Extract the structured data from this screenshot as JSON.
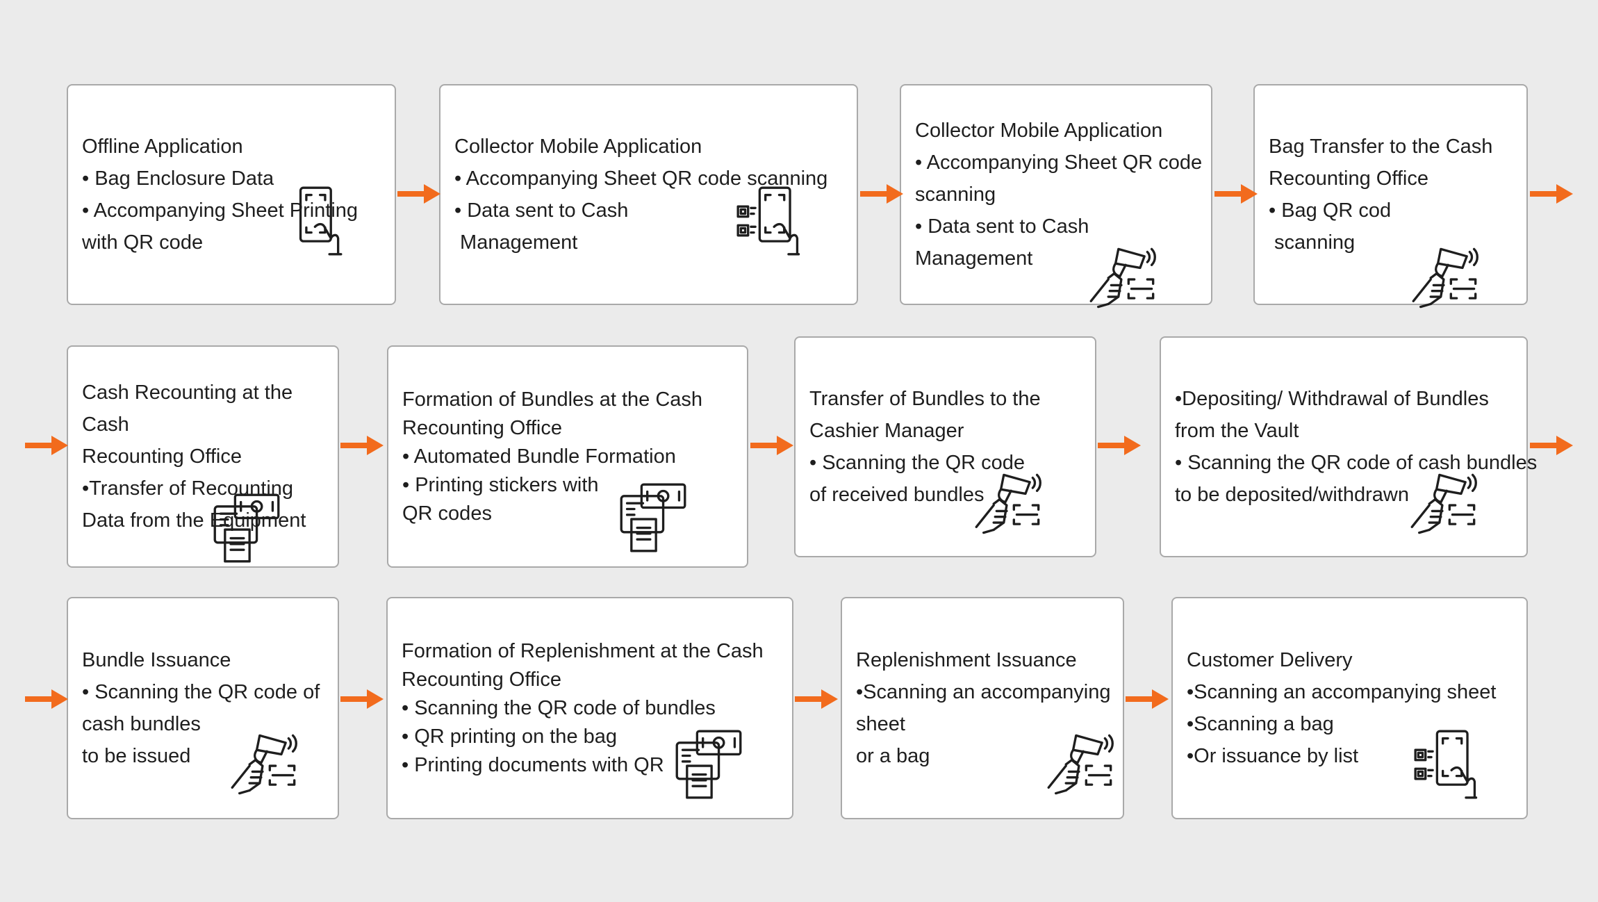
{
  "colors": {
    "background": "#ebebeb",
    "box_border": "#a9a9a9",
    "arrow": "#f26b1d",
    "text": "#1e1e1e"
  },
  "steps": [
    {
      "title": "Offline Application",
      "lines": [
        "• Bag Enclosure Data",
        "• Accompanying Sheet Printing",
        "with QR code"
      ],
      "icon": "hand-phone-icon"
    },
    {
      "title": "Collector Mobile Application",
      "lines": [
        "• Accompanying Sheet QR code scanning",
        "• Data sent to Cash",
        " Management"
      ],
      "icon": "qr-phone-icon"
    },
    {
      "title": "Collector Mobile Application",
      "lines": [
        "• Accompanying Sheet QR code",
        "scanning",
        "• Data sent to Cash",
        "Management"
      ],
      "icon": "barcode-scanner-icon"
    },
    {
      "title": "Bag Transfer to the Cash",
      "lines": [
        "Recounting Office",
        "• Bag QR cod",
        " scanning"
      ],
      "icon": "barcode-scanner-icon"
    },
    {
      "title": "Cash Recounting at the Cash",
      "lines": [
        "Recounting Office",
        "•Transfer of Recounting",
        "Data from the Equipment"
      ],
      "icon": "cash-printer-icon"
    },
    {
      "title": "Formation of Bundles at the Cash",
      "lines": [
        "Recounting Office",
        "• Automated Bundle Formation",
        "• Printing stickers with",
        "QR codes"
      ],
      "icon": "cash-printer-icon"
    },
    {
      "title": "Transfer of Bundles to the",
      "lines": [
        "Cashier Manager",
        "• Scanning the QR code",
        "of received bundles"
      ],
      "icon": "barcode-scanner-icon"
    },
    {
      "title": "•Depositing/ Withdrawal of Bundles",
      "lines": [
        "from the Vault",
        "• Scanning the QR code of cash bundles",
        "to be deposited/withdrawn"
      ],
      "icon": "barcode-scanner-icon"
    },
    {
      "title": "Bundle Issuance",
      "lines": [
        "• Scanning the QR code of",
        "cash bundles",
        "to be issued"
      ],
      "icon": "barcode-scanner-icon"
    },
    {
      "title": "Formation of Replenishment at the Cash",
      "lines": [
        "Recounting Office",
        "• Scanning the QR code of bundles",
        "• QR printing on the bag",
        "• Printing documents with QR"
      ],
      "icon": "cash-printer-icon"
    },
    {
      "title": "Replenishment Issuance",
      "lines": [
        "•Scanning an accompanying",
        "sheet",
        "or a bag"
      ],
      "icon": "barcode-scanner-icon"
    },
    {
      "title": "Customer Delivery",
      "lines": [
        "•Scanning an accompanying sheet",
        "•Scanning a bag",
        "•Or issuance by list"
      ],
      "icon": "qr-phone-icon"
    }
  ]
}
